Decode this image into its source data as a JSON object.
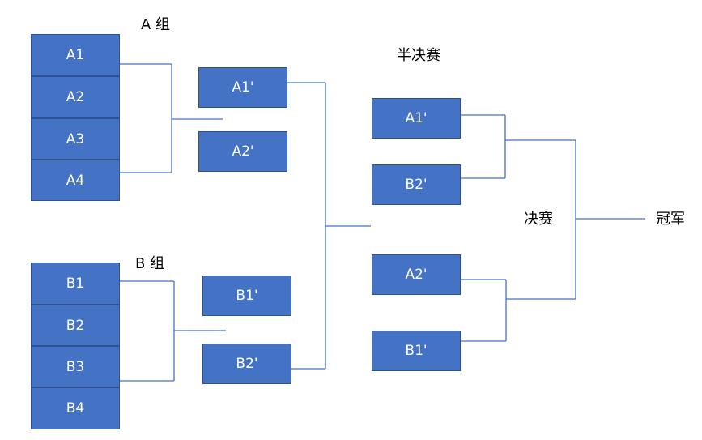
{
  "group_a": {
    "title": "A 组",
    "teams": [
      "A1",
      "A2",
      "A3",
      "A4"
    ],
    "qualified": [
      "A1'",
      "A2'"
    ]
  },
  "group_b": {
    "title": "B 组",
    "teams": [
      "B1",
      "B2",
      "B3",
      "B4"
    ],
    "qualified": [
      "B1'",
      "B2'"
    ]
  },
  "semifinal": {
    "title": "半决赛",
    "matchups": [
      [
        "A1'",
        "B2'"
      ],
      [
        "A2'",
        "B1'"
      ]
    ]
  },
  "final": {
    "title": "决赛"
  },
  "champion": {
    "title": "冠军"
  },
  "colors": {
    "box_fill": "#4472c4",
    "box_border": "#2f528f",
    "line": "#4472c4",
    "box_text": "#ffffff"
  }
}
